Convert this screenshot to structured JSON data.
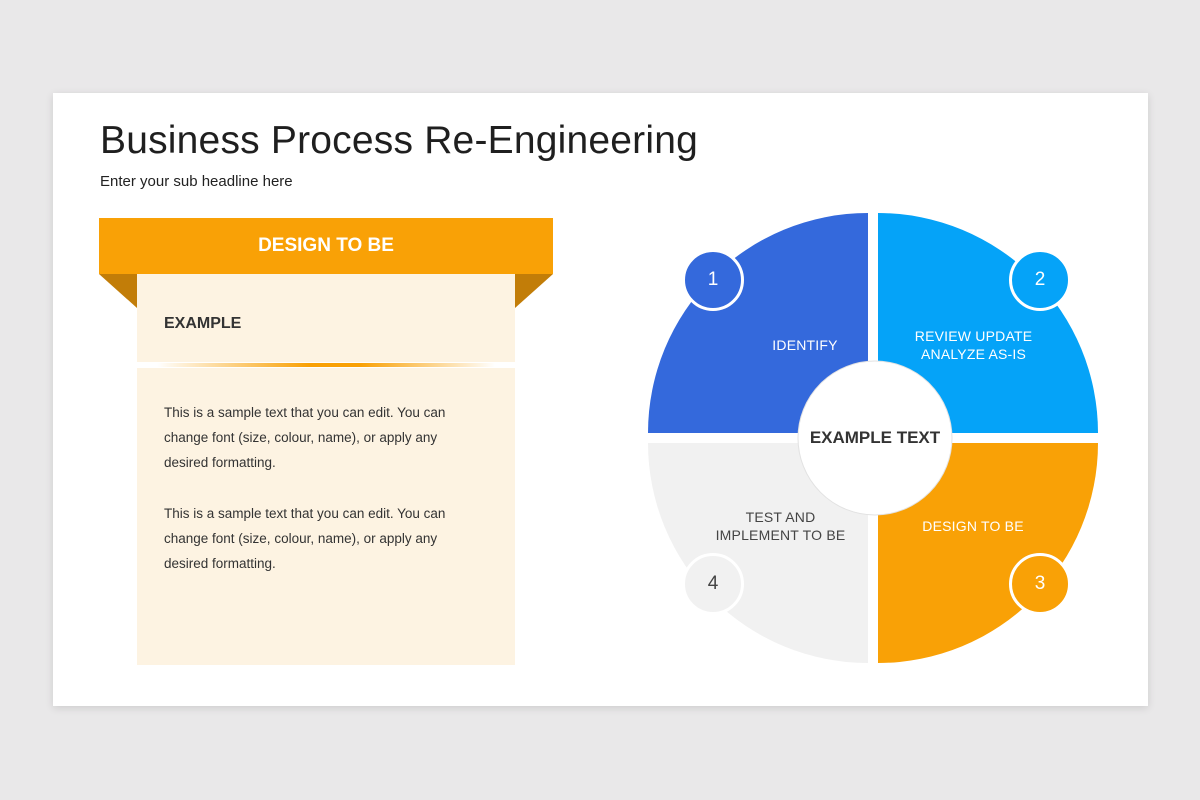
{
  "slide": {
    "title": "Business Process Re-Engineering",
    "subtitle": "Enter your sub headline here"
  },
  "card": {
    "banner": "DESIGN TO BE",
    "heading": "EXAMPLE",
    "paragraphs": [
      "This is a sample text that you can edit. You can change font (size, colour, name), or apply any desired formatting.",
      "This is a sample text that you can edit. You can change font (size, colour, name), or apply any desired formatting."
    ]
  },
  "diagram": {
    "center": "EXAMPLE TEXT",
    "segments": [
      {
        "number": "1",
        "label": "IDENTIFY",
        "color": "#3469dc"
      },
      {
        "number": "2",
        "label": "REVIEW UPDATE ANALYZE AS-IS",
        "color": "#05a3f8"
      },
      {
        "number": "3",
        "label": "DESIGN TO BE",
        "color": "#f9a106"
      },
      {
        "number": "4",
        "label": "TEST AND IMPLEMENT TO BE",
        "color": "#f1f1f1"
      }
    ]
  }
}
